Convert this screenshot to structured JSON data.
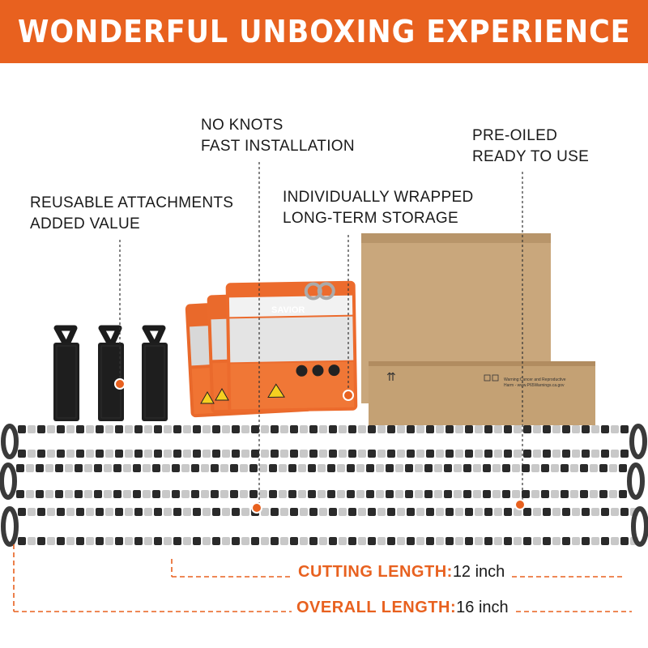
{
  "banner": {
    "title": "WONDERFUL UNBOXING EXPERIENCE"
  },
  "callouts": {
    "attachments": {
      "line1": "REUSABLE ATTACHMENTS",
      "line2": "ADDED VALUE"
    },
    "installation": {
      "line1": "NO KNOTS",
      "line2": "FAST INSTALLATION"
    },
    "storage": {
      "line1": "INDIVIDUALLY WRAPPED",
      "line2": "LONG-TERM STORAGE"
    },
    "oiled": {
      "line1": "PRE-OILED",
      "line2": "READY TO USE"
    }
  },
  "packet": {
    "brand": "SAVIOR"
  },
  "box": {
    "warning_line1": "Warning:Cancer and Reproductive",
    "warning_line2": "Harm - www.P65Warnings.ca.gov"
  },
  "measurements": {
    "cutting": {
      "label": "CUTTING LENGTH:",
      "value": "12 inch"
    },
    "overall": {
      "label": "OVERALL LENGTH:",
      "value": "16 inch"
    }
  },
  "colors": {
    "accent": "#e8611f",
    "text": "#1a1a1a",
    "box": "#c9a77c",
    "chain_light": "#c8c8c8",
    "chain_dark": "#2a2a2a"
  }
}
